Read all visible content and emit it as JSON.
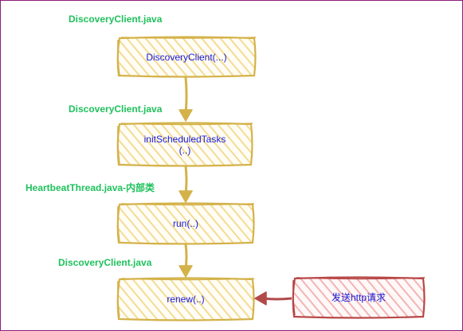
{
  "colors": {
    "box_stroke": "#d4b24a",
    "box_hatch": "#f3dc95",
    "arrow": "#d4b24a",
    "red_stroke": "#b84848",
    "red_hatch": "#f3b4b4",
    "red_arrow": "#b24a4a",
    "label_green": "#1fc15c",
    "node_text": "#1a1ad6"
  },
  "labels": {
    "l1": "DiscoveryClient.java",
    "l2": "DiscoveryClient.java",
    "l3": "HeartbeatThread.java-内部类",
    "l4": "DiscoveryClient.java"
  },
  "nodes": {
    "n1": "DiscoveryClient(...)",
    "n2_line1": "initScheduledTasks",
    "n2_line2": "(..)",
    "n3": "run(..)",
    "n4": "renew(..)",
    "side": "发送http请求"
  }
}
